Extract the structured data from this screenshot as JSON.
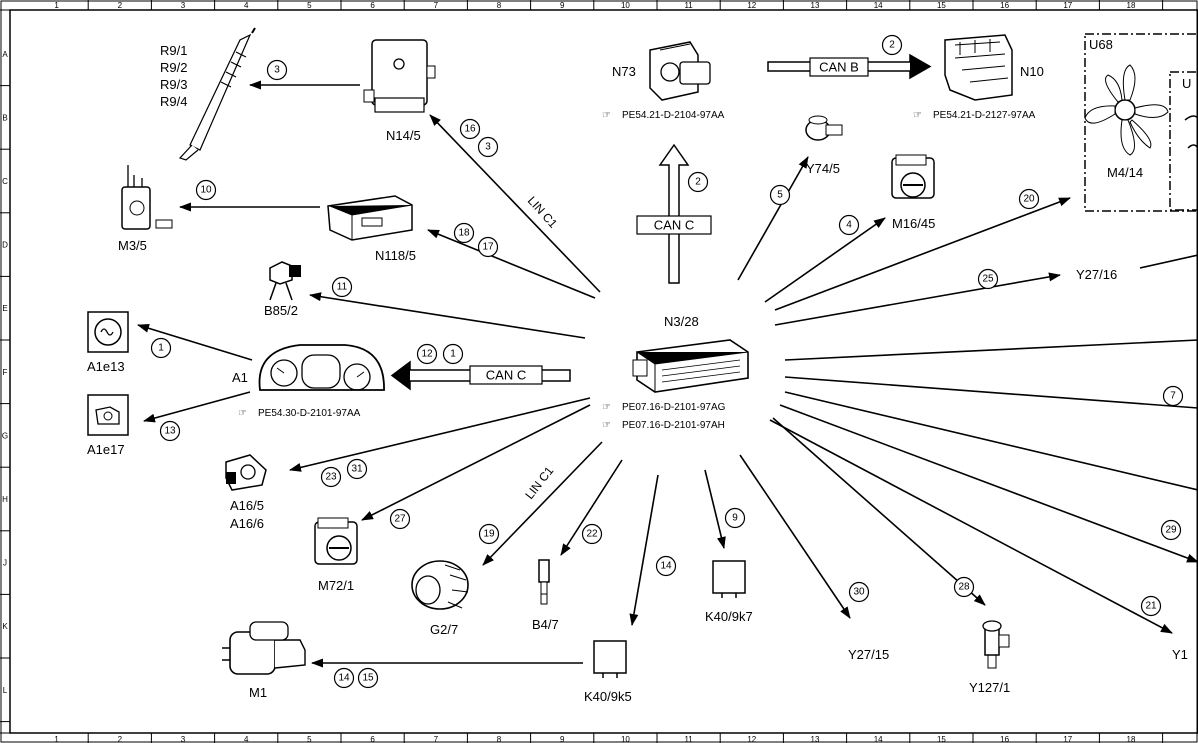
{
  "border": {
    "cols": [
      "1",
      "2",
      "3",
      "4",
      "5",
      "6",
      "7",
      "8",
      "9",
      "10",
      "11",
      "12",
      "13",
      "14",
      "15",
      "16",
      "17",
      "18"
    ],
    "rows": [
      "A",
      "B",
      "C",
      "D",
      "E",
      "F",
      "G",
      "H",
      "J",
      "K",
      "L"
    ]
  },
  "center": {
    "label": "N3/28",
    "refs": [
      "PE07.16-D-2101-97AG",
      "PE07.16-D-2101-97AH"
    ]
  },
  "components": {
    "r9_1": "R9/1",
    "r9_2": "R9/2",
    "r9_3": "R9/3",
    "r9_4": "R9/4",
    "n14_5": "N14/5",
    "n73": "N73",
    "n73_ref": "PE54.21-D-2104-97AA",
    "n10": "N10",
    "n10_ref": "PE54.21-D-2127-97AA",
    "u68": "U68",
    "u_partial": "U",
    "m4_14": "M4/14",
    "m3_5": "M3/5",
    "n118_5": "N118/5",
    "y74_5": "Y74/5",
    "m16_45": "M16/45",
    "b85_2": "B85/2",
    "y27_16": "Y27/16",
    "a1e13": "A1e13",
    "a1": "A1",
    "a1_ref": "PE54.30-D-2101-97AA",
    "a1e17": "A1e17",
    "a16_5": "A16/5",
    "a16_6": "A16/6",
    "m72_1": "M72/1",
    "g2_7": "G2/7",
    "b4_7": "B4/7",
    "k40_9k7": "K40/9k7",
    "k40_9k5": "K40/9k5",
    "m1": "M1",
    "y27_15": "Y27/15",
    "y127_1": "Y127/1",
    "y1_partial": "Y1"
  },
  "buses": {
    "can_b": "CAN B",
    "can_c_vertical": "CAN C",
    "can_c_a1": "CAN C",
    "lin_c1_upper": "LIN C1",
    "lin_c1_lower": "LIN C1"
  },
  "markers": {
    "m3_to_r9": "3",
    "m16_n14": "16",
    "m3_n14": "3",
    "m2_canb": "2",
    "m2_n73": "2",
    "m10_m35": "10",
    "m18_n118": "18",
    "m17_n118": "17",
    "m5_y74": "5",
    "m4_m16": "4",
    "m20": "20",
    "m11_b85": "11",
    "m25_y27": "25",
    "m1_a1e13": "1",
    "m12_a1": "12",
    "m1_a1": "1",
    "m13_a1e17": "13",
    "m7": "7",
    "m23_a16": "23",
    "m31_a16": "31",
    "m27_m72": "27",
    "m19_g27": "19",
    "m22_b47": "22",
    "m9_k40k7": "9",
    "m14_k40k5": "14",
    "m30_y2715": "30",
    "m28_y1271": "28",
    "m29": "29",
    "m21_y1": "21",
    "m14_m1": "14",
    "m15_m1": "15"
  }
}
